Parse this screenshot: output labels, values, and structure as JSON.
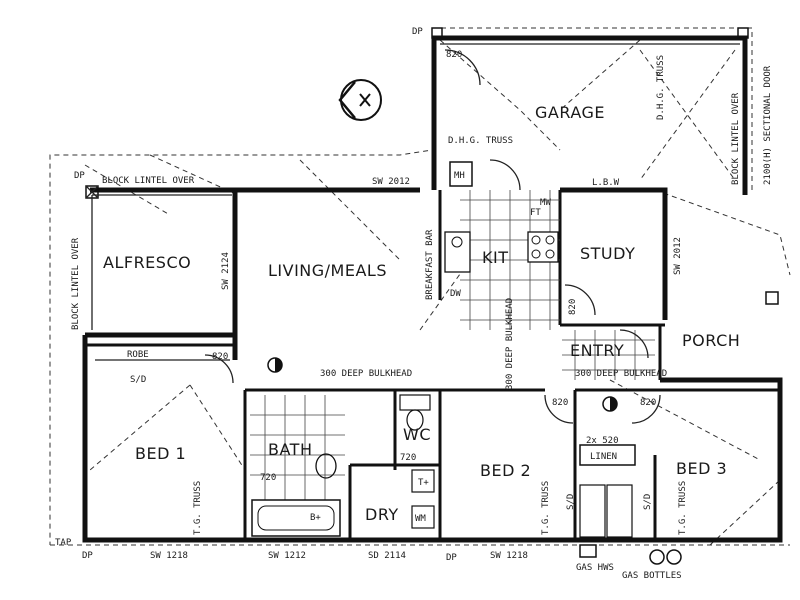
{
  "rooms": {
    "garage": "GARAGE",
    "alfresco": "ALFRESCO",
    "living": "LIVING/MEALS",
    "kit": "KIT",
    "study": "STUDY",
    "porch": "PORCH",
    "entry": "ENTRY",
    "bed1": "BED 1",
    "bath": "BATH",
    "wc": "WC",
    "dry": "DRY",
    "bed2": "BED 2",
    "bed3": "BED 3",
    "linen": "LINEN",
    "robe": "ROBE"
  },
  "notes": {
    "dp": "DP",
    "tap": "TAP",
    "block_lintel_over": "BLOCK LINTEL OVER",
    "sectional_door": "2100(H) SECTIONAL DOOR",
    "dhg_truss": "D.H.G. TRUSS",
    "dhg_truss_v": "D.H.G. TRUSS",
    "sw_2012": "SW 2012",
    "sw_2124": "SW 2124",
    "sw_1218": "SW 1218",
    "sw_1212": "SW 1212",
    "sd_2114": "SD 2114",
    "breakfast_bar": "BREAKFAST BAR",
    "deep_bulkhead": "300 DEEP BULKHEAD",
    "deep_bulkhead_v": "300 DEEP BULKHEAD",
    "lbw": "L.B.W",
    "sd": "S/D",
    "tg_truss": "T.G. TRUSS",
    "mh": "MH",
    "dw": "DW",
    "door_820": "820",
    "door_720": "720",
    "gas_hws": "GAS HWS",
    "gas_bottles": "GAS BOTTLES",
    "linen_dim": "2x 520",
    "fridge": "FT",
    "mw": "MW",
    "b_plus": "B+",
    "t_plus": "T+",
    "wm": "WM"
  }
}
